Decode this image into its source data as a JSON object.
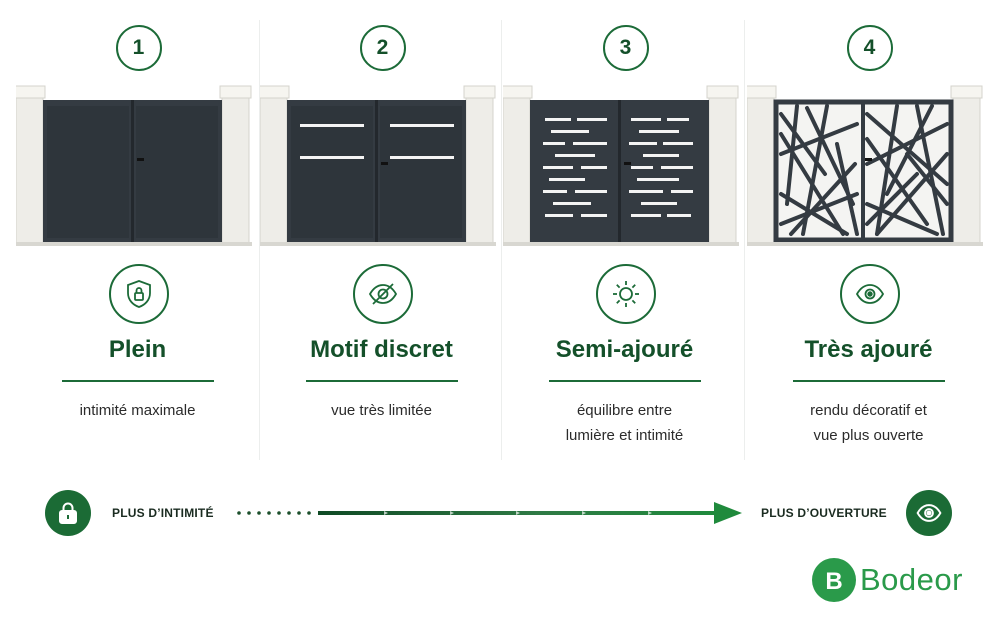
{
  "options": [
    {
      "number": "1",
      "icon": "shield-lock-icon",
      "title": "Plein",
      "desc_lines": [
        "intimité maximale"
      ]
    },
    {
      "number": "2",
      "icon": "eye-off-icon",
      "title": "Motif discret",
      "desc_lines": [
        "vue très limitée"
      ]
    },
    {
      "number": "3",
      "icon": "sun-icon",
      "title": "Semi-ajouré",
      "desc_lines": [
        "équilibre entre",
        "lumière et intimité"
      ]
    },
    {
      "number": "4",
      "icon": "eye-icon",
      "title": "Très ajouré",
      "desc_lines": [
        "rendu décoratif et",
        "vue plus ouverte"
      ]
    }
  ],
  "scale": {
    "left_label": "PLUS D’INTIMITÉ",
    "right_label": "PLUS D’OUVERTURE",
    "left_icon": "padlock-icon",
    "right_icon": "eye-icon"
  },
  "brand": {
    "name": "Bodeor",
    "mark": "B"
  },
  "colors": {
    "primary": "#1c6b38",
    "brand": "#2a9a4a",
    "gate": "#343b42",
    "pillar": "#efeee9"
  }
}
